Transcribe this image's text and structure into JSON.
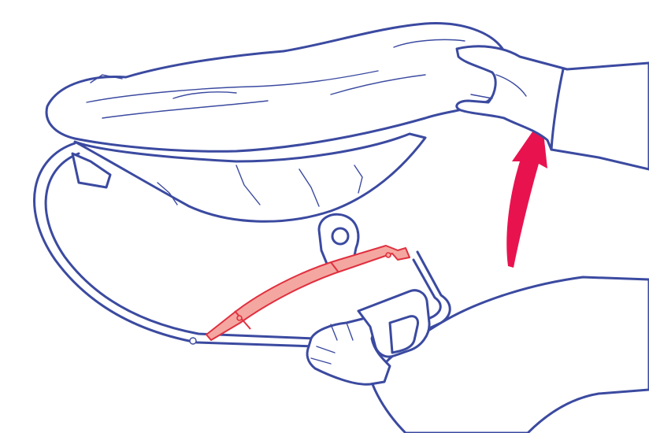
{
  "illustration": {
    "colors": {
      "line": "#3b4aa0",
      "handle_fill": "#f4a7a0",
      "handle_stroke": "#e0303f",
      "arrow": "#e8134e",
      "background": "#ffffff"
    },
    "elements": {
      "seat": "bouncer-seat",
      "frame": "base-frame",
      "handle": "carry-handle",
      "arrow": "lift-up-arrow-icon",
      "hands": [
        "right-hand",
        "left-hand"
      ]
    }
  }
}
